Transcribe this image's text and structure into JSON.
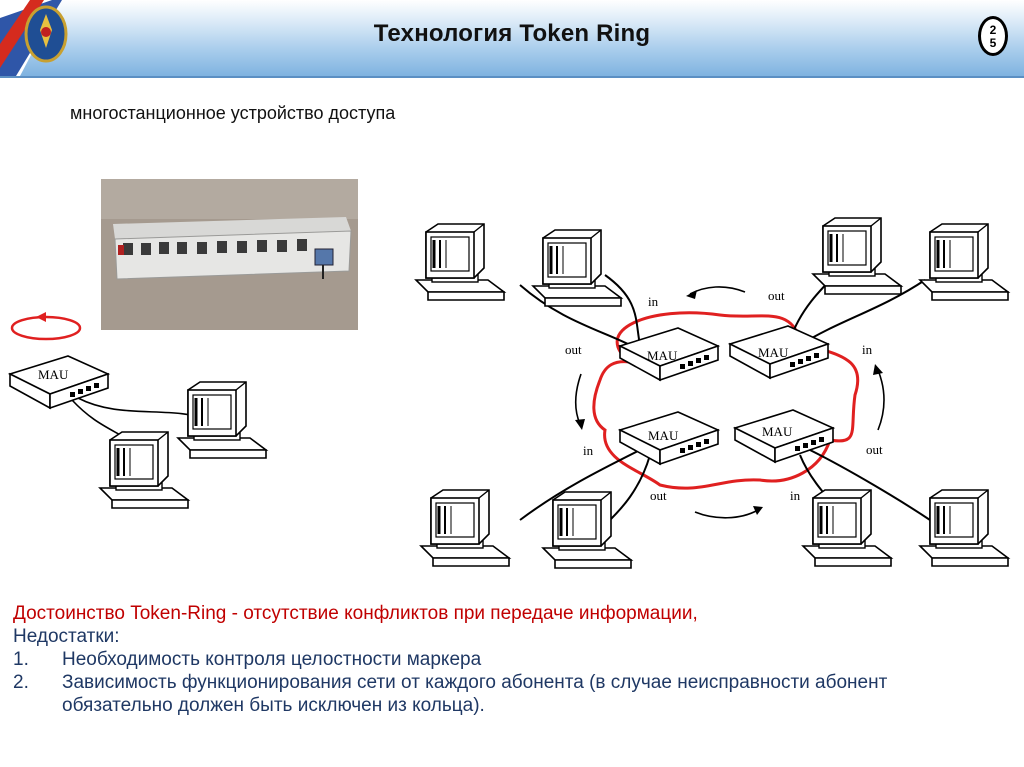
{
  "header": {
    "title": "Технология Token Ring",
    "page_number": [
      "2",
      "5"
    ]
  },
  "subtitle": "многостанционное устройство доступа",
  "diagram": {
    "labels": {
      "mau": "MAU",
      "in": "in",
      "out": "out"
    },
    "colors": {
      "ring": "#e02020",
      "cable": "#000000"
    }
  },
  "text": {
    "advantage": "Достоинство Token-Ring  - отсутствие конфликтов при передаче информации,",
    "drawbacks_heading": "Недостатки:",
    "items": [
      {
        "num": "1.",
        "text": "Необходимость контроля целостности маркера"
      },
      {
        "num": "2.",
        "text": "Зависимость функционирования сети от каждого абонента (в случае неисправности абонент обязательно должен быть исключен из кольца)."
      }
    ]
  }
}
